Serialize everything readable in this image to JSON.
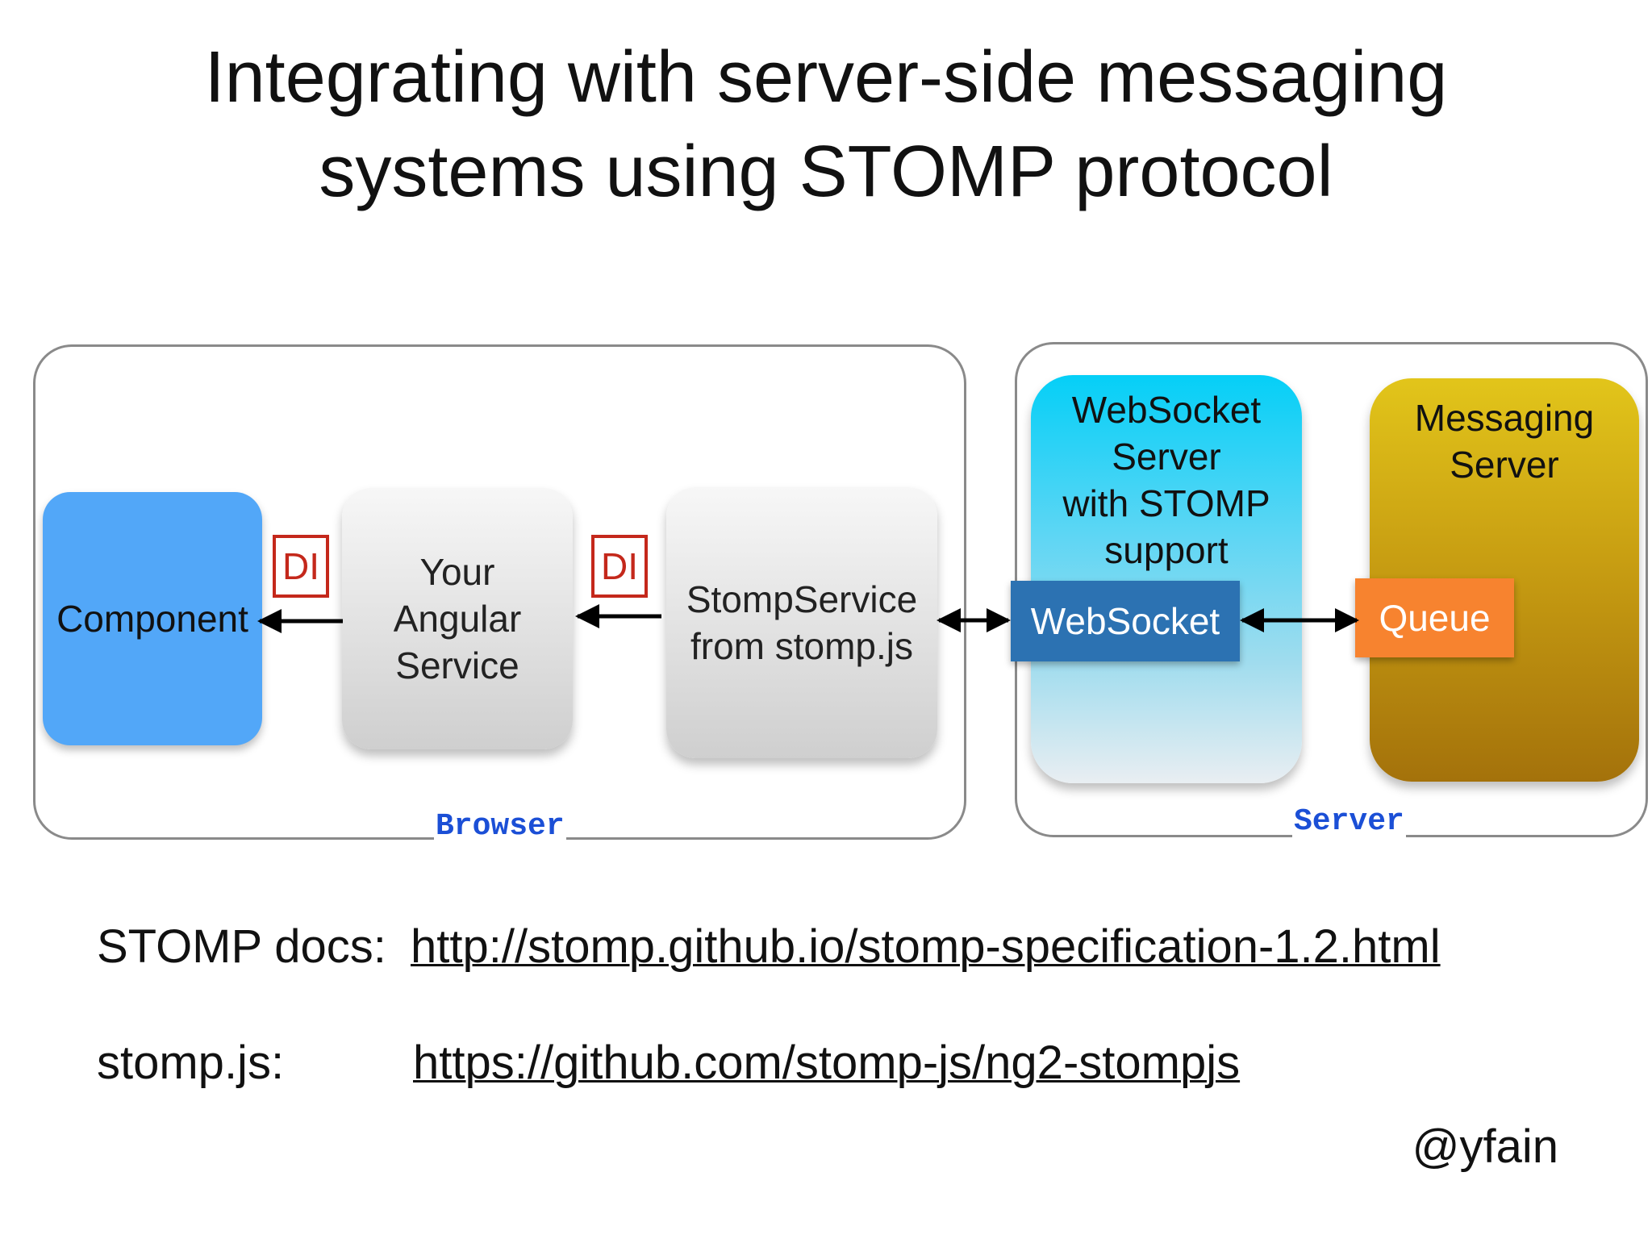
{
  "title": {
    "line1": "Integrating with server-side messaging",
    "line2": "systems using STOMP protocol"
  },
  "browser": {
    "label": "Browser",
    "component": "Component",
    "angular_service": [
      "Your",
      "Angular",
      "Service"
    ],
    "stomp_service": [
      "StompService",
      "from stomp.js"
    ],
    "di_label": "DI"
  },
  "server": {
    "label": "Server",
    "websocket_server": [
      "WebSocket",
      "Server",
      "with STOMP",
      "support"
    ],
    "websocket": "WebSocket",
    "messaging_server": [
      "Messaging",
      "Server"
    ],
    "queue": "Queue"
  },
  "links": {
    "stomp_docs_label": "STOMP docs:",
    "stomp_docs_url": "http://stomp.github.io/stomp-specification-1.2.html",
    "stompjs_label": "stomp.js:",
    "stompjs_url": "https://github.com/stomp-js/ng2-stompjs"
  },
  "handle": "@yfain",
  "colors": {
    "component": "#52a7f8",
    "websocket_box": "#2c72b2",
    "queue_box": "#f7832f",
    "di_border": "#c4281b",
    "group_label": "#1b4fd6"
  }
}
